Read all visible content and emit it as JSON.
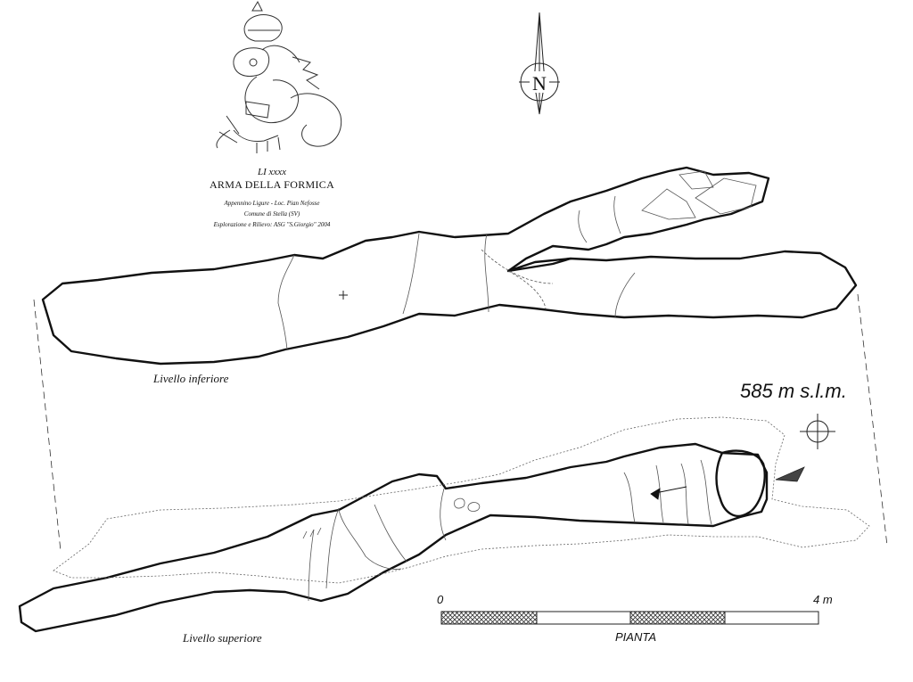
{
  "header": {
    "cave_code": "LI xxxx",
    "cave_name": "ARMA DELLA FORMICA",
    "location": "Appennino Ligure - Loc. Pian Nefosse",
    "municipality": "Comune di Stella (SV)",
    "survey_credit": "Esplorazione e Rilievo: ASG \"S.Giorgio\" 2004"
  },
  "compass": {
    "north_label": "N"
  },
  "levels": {
    "lower_label": "Livello inferiore",
    "upper_label": "Livello superiore"
  },
  "altitude_label": "585 m s.l.m.",
  "scale": {
    "start_label": "0",
    "end_label": "4 m",
    "segments": 4,
    "view_label": "PIANTA"
  }
}
